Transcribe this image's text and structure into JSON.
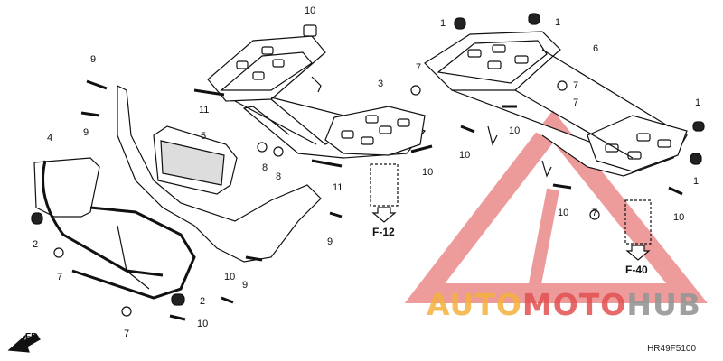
{
  "diagram": {
    "code": "HR49F5100",
    "references": [
      "F-12",
      "F-40"
    ],
    "front_arrow_label": "FR.",
    "watermark": {
      "part1": "AUTO",
      "part2": "MOTO",
      "part3": "HUB"
    },
    "colors": {
      "watermark_red": "#e04848",
      "watermark_orange": "#f3b03c",
      "watermark_gray": "#8a8a8a",
      "line": "#111111"
    }
  },
  "callouts": [
    {
      "id": "c10a",
      "text": "10"
    },
    {
      "id": "c1a",
      "text": "1"
    },
    {
      "id": "c1b",
      "text": "1"
    },
    {
      "id": "c9a",
      "text": "9"
    },
    {
      "id": "c7a",
      "text": "7"
    },
    {
      "id": "c6",
      "text": "6"
    },
    {
      "id": "c3",
      "text": "3"
    },
    {
      "id": "c7b",
      "text": "7"
    },
    {
      "id": "c11a",
      "text": "11"
    },
    {
      "id": "c9b",
      "text": "9"
    },
    {
      "id": "c5",
      "text": "5"
    },
    {
      "id": "c7c",
      "text": "7"
    },
    {
      "id": "c4",
      "text": "4"
    },
    {
      "id": "c8a",
      "text": "8"
    },
    {
      "id": "c8b",
      "text": "8"
    },
    {
      "id": "c11b",
      "text": "11"
    },
    {
      "id": "c10b",
      "text": "10"
    },
    {
      "id": "c1c",
      "text": "1"
    },
    {
      "id": "c10c",
      "text": "10"
    },
    {
      "id": "c10d",
      "text": "10"
    },
    {
      "id": "c1d",
      "text": "1"
    },
    {
      "id": "c10e",
      "text": "10"
    },
    {
      "id": "c7d",
      "text": "7"
    },
    {
      "id": "c9c",
      "text": "9"
    },
    {
      "id": "c2a",
      "text": "2"
    },
    {
      "id": "c7e",
      "text": "7"
    },
    {
      "id": "c10f",
      "text": "10"
    },
    {
      "id": "c9d",
      "text": "9"
    },
    {
      "id": "c2b",
      "text": "2"
    },
    {
      "id": "c10g",
      "text": "10"
    },
    {
      "id": "c7f",
      "text": "7"
    },
    {
      "id": "c10h",
      "text": "10"
    }
  ]
}
